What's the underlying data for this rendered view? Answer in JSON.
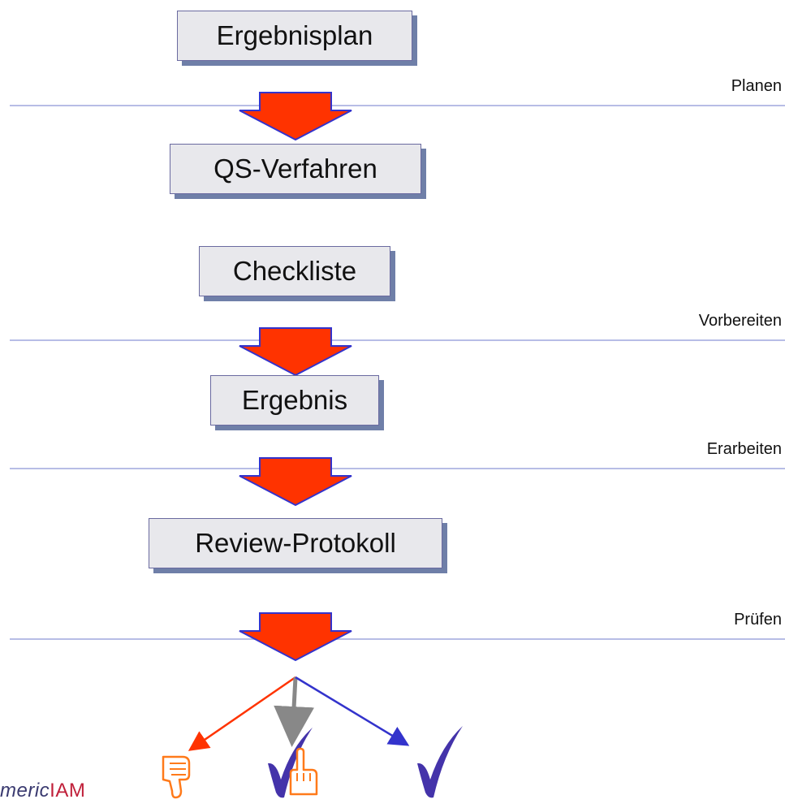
{
  "boxes": {
    "ergebnisplan": "Ergebnisplan",
    "qs_verfahren": "QS-Verfahren",
    "checkliste": "Checkliste",
    "ergebnis": "Ergebnis",
    "review_protokoll": "Review-Protokoll"
  },
  "phases": {
    "planen": "Planen",
    "vorbereiten": "Vorbereiten",
    "erarbeiten": "Erarbeiten",
    "pruefen": "Prüfen"
  },
  "logo": {
    "prefix": "meric",
    "accent": "IAM"
  },
  "colors": {
    "arrow_fill": "#ff3300",
    "arrow_stroke": "#3333cc",
    "reject_line": "#ff3300",
    "conditional_line": "#888888",
    "accept_line": "#3333cc",
    "check_color": "#4433aa",
    "hand_color": "#ff7a1a",
    "phase_line": "#b7bde6"
  },
  "icons": {
    "reject": "thumbs-down-icon",
    "conditional": "check-with-finger-icon",
    "accept": "check-icon"
  }
}
